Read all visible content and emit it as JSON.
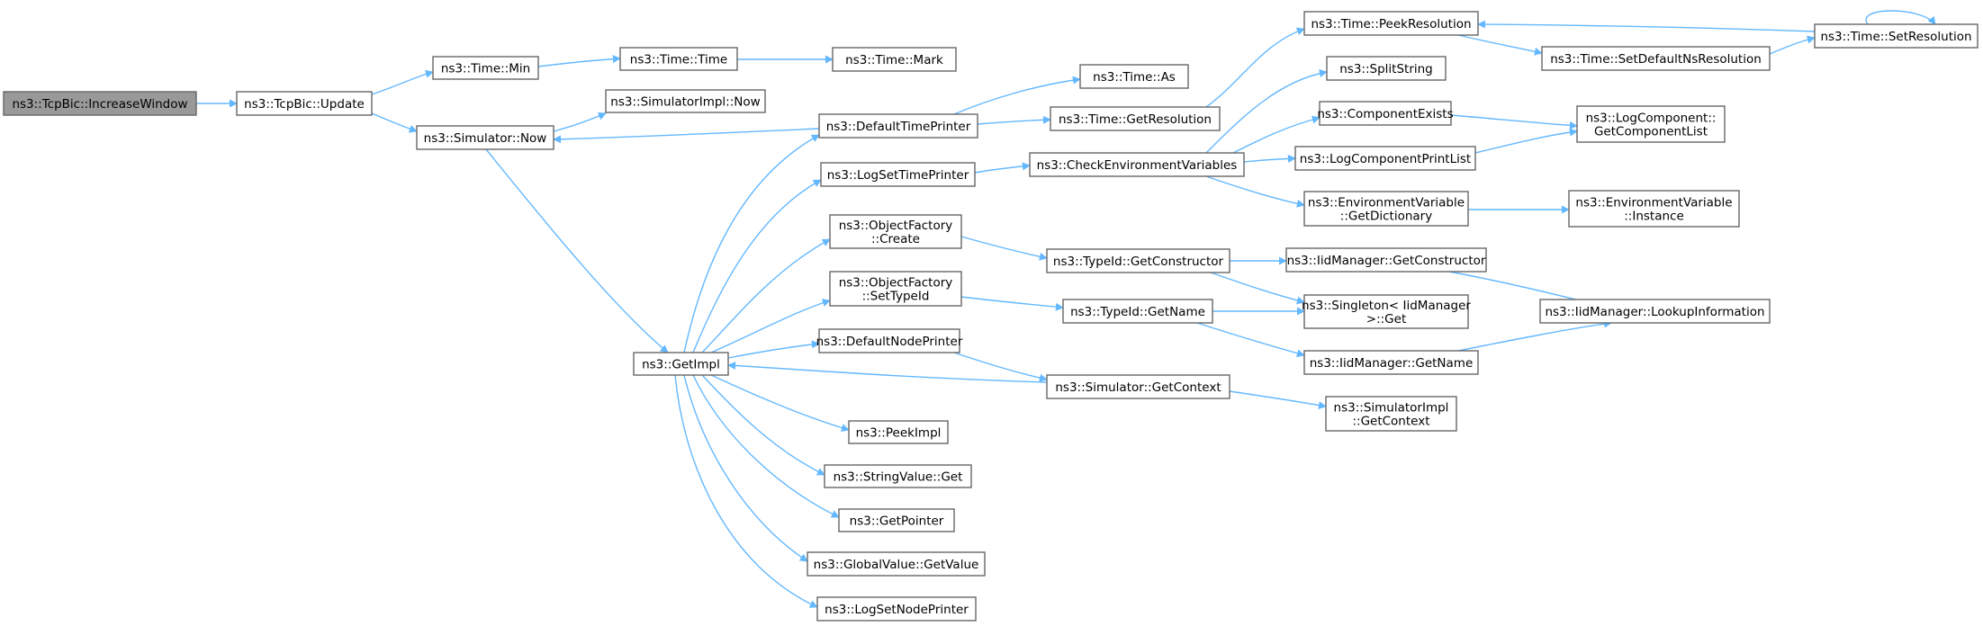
{
  "title": "",
  "nodes": [
    {
      "id": "n0",
      "lines": [
        "ns3::TcpBic::IncreaseWindow"
      ],
      "root": true
    },
    {
      "id": "n1",
      "lines": [
        "ns3::TcpBic::Update"
      ]
    },
    {
      "id": "n2",
      "lines": [
        "ns3::Time::Min"
      ]
    },
    {
      "id": "n3",
      "lines": [
        "ns3::Time::Time"
      ]
    },
    {
      "id": "n4",
      "lines": [
        "ns3::Time::Mark"
      ]
    },
    {
      "id": "n5",
      "lines": [
        "ns3::Simulator::Now"
      ]
    },
    {
      "id": "n6",
      "lines": [
        "ns3::SimulatorImpl::Now"
      ]
    },
    {
      "id": "n7",
      "lines": [
        "ns3::GetImpl"
      ]
    },
    {
      "id": "n8",
      "lines": [
        "ns3::DefaultTimePrinter"
      ]
    },
    {
      "id": "n9",
      "lines": [
        "ns3::LogSetTimePrinter"
      ]
    },
    {
      "id": "n10",
      "lines": [
        "ns3::ObjectFactory",
        "::Create"
      ]
    },
    {
      "id": "n11",
      "lines": [
        "ns3::ObjectFactory",
        "::SetTypeId"
      ]
    },
    {
      "id": "n12",
      "lines": [
        "ns3::DefaultNodePrinter"
      ]
    },
    {
      "id": "n13",
      "lines": [
        "ns3::PeekImpl"
      ]
    },
    {
      "id": "n14",
      "lines": [
        "ns3::StringValue::Get"
      ]
    },
    {
      "id": "n15",
      "lines": [
        "ns3::GetPointer"
      ]
    },
    {
      "id": "n16",
      "lines": [
        "ns3::GlobalValue::GetValue"
      ]
    },
    {
      "id": "n17",
      "lines": [
        "ns3::LogSetNodePrinter"
      ]
    },
    {
      "id": "n18",
      "lines": [
        "ns3::Time::As"
      ]
    },
    {
      "id": "n19",
      "lines": [
        "ns3::Time::GetResolution"
      ]
    },
    {
      "id": "n20",
      "lines": [
        "ns3::CheckEnvironmentVariables"
      ]
    },
    {
      "id": "n21",
      "lines": [
        "ns3::TypeId::GetConstructor"
      ]
    },
    {
      "id": "n22",
      "lines": [
        "ns3::TypeId::GetName"
      ]
    },
    {
      "id": "n23",
      "lines": [
        "ns3::Simulator::GetContext"
      ]
    },
    {
      "id": "n24",
      "lines": [
        "ns3::Time::PeekResolution"
      ]
    },
    {
      "id": "n25",
      "lines": [
        "ns3::SplitString"
      ]
    },
    {
      "id": "n26",
      "lines": [
        "ns3::ComponentExists"
      ]
    },
    {
      "id": "n27",
      "lines": [
        "ns3::LogComponentPrintList"
      ]
    },
    {
      "id": "n28",
      "lines": [
        "ns3::EnvironmentVariable",
        "::GetDictionary"
      ]
    },
    {
      "id": "n29",
      "lines": [
        "ns3::IidManager::GetConstructor"
      ]
    },
    {
      "id": "n30",
      "lines": [
        "ns3::Singleton< IidManager",
        " >::Get"
      ]
    },
    {
      "id": "n31",
      "lines": [
        "ns3::IidManager::GetName"
      ]
    },
    {
      "id": "n32",
      "lines": [
        "ns3::SimulatorImpl",
        "::GetContext"
      ]
    },
    {
      "id": "n33",
      "lines": [
        "ns3::Time::SetDefaultNsResolution"
      ]
    },
    {
      "id": "n34",
      "lines": [
        "ns3::Time::SetResolution"
      ]
    },
    {
      "id": "n35",
      "lines": [
        "ns3::LogComponent::",
        "GetComponentList"
      ]
    },
    {
      "id": "n36",
      "lines": [
        "ns3::EnvironmentVariable",
        "::Instance"
      ]
    },
    {
      "id": "n37",
      "lines": [
        "ns3::IidManager::LookupInformation"
      ]
    }
  ],
  "edges": [
    [
      "n0",
      "n1"
    ],
    [
      "n1",
      "n2"
    ],
    [
      "n1",
      "n5"
    ],
    [
      "n2",
      "n3"
    ],
    [
      "n3",
      "n4"
    ],
    [
      "n5",
      "n6"
    ],
    [
      "n5",
      "n7"
    ],
    [
      "n7",
      "n8"
    ],
    [
      "n7",
      "n9"
    ],
    [
      "n7",
      "n10"
    ],
    [
      "n7",
      "n11"
    ],
    [
      "n7",
      "n12"
    ],
    [
      "n7",
      "n13"
    ],
    [
      "n7",
      "n14"
    ],
    [
      "n7",
      "n15"
    ],
    [
      "n7",
      "n16"
    ],
    [
      "n7",
      "n17"
    ],
    [
      "n8",
      "n5"
    ],
    [
      "n8",
      "n18"
    ],
    [
      "n8",
      "n19"
    ],
    [
      "n9",
      "n20"
    ],
    [
      "n10",
      "n21"
    ],
    [
      "n11",
      "n22"
    ],
    [
      "n12",
      "n23"
    ],
    [
      "n23",
      "n7"
    ],
    [
      "n23",
      "n32"
    ],
    [
      "n19",
      "n24"
    ],
    [
      "n20",
      "n25"
    ],
    [
      "n20",
      "n26"
    ],
    [
      "n20",
      "n27"
    ],
    [
      "n20",
      "n28"
    ],
    [
      "n21",
      "n29"
    ],
    [
      "n21",
      "n30"
    ],
    [
      "n22",
      "n30"
    ],
    [
      "n22",
      "n31"
    ],
    [
      "n24",
      "n33"
    ],
    [
      "n33",
      "n34"
    ],
    [
      "n34",
      "n24"
    ],
    [
      "n34",
      "n34"
    ],
    [
      "n26",
      "n35"
    ],
    [
      "n27",
      "n35"
    ],
    [
      "n28",
      "n36"
    ],
    [
      "n29",
      "n37"
    ],
    [
      "n31",
      "n37"
    ]
  ]
}
